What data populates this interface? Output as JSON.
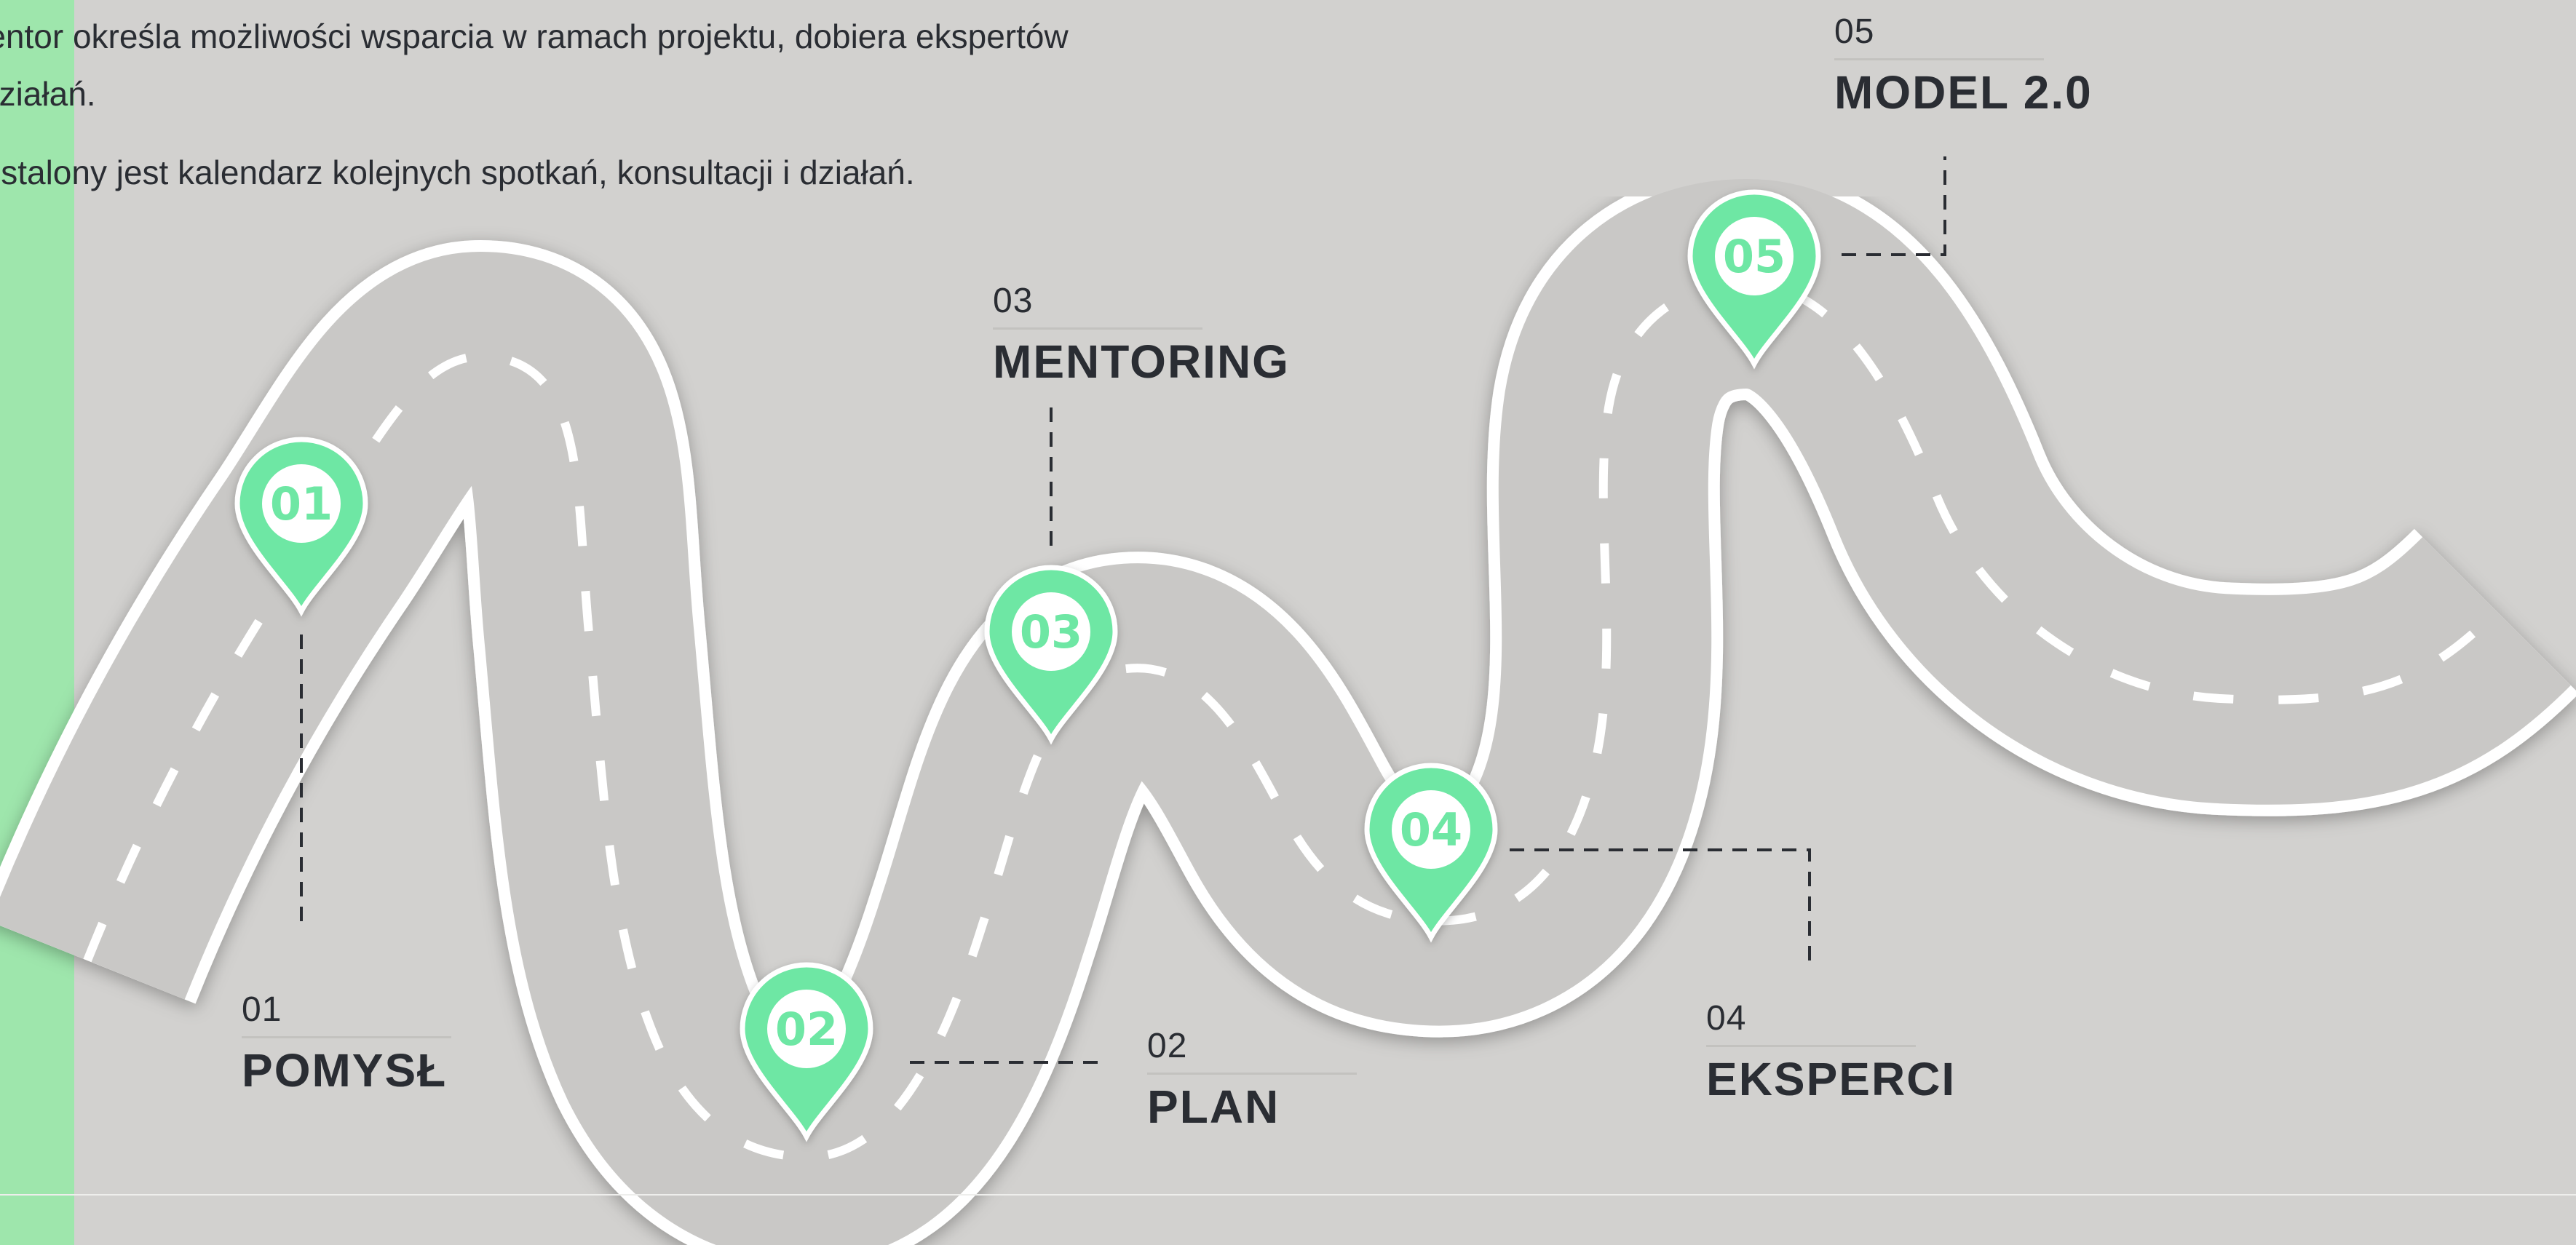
{
  "colors": {
    "background": "#d2d1cf",
    "accent_bar": "#9ee6ac",
    "road": "#c9c8c6",
    "road_border": "#ffffff",
    "pin": "#6ee7a4",
    "text": "#2a2d33"
  },
  "intro": {
    "line1": "Mentor określa możliwości wsparcia w ramach projektu, dobiera ekspertów",
    "line2": "działań.",
    "line3": "Ustalony jest kalendarz kolejnych spotkań, konsultacji i działań."
  },
  "steps": [
    {
      "id": "01",
      "number": "01",
      "title": "POMYSŁ",
      "pin_label": "01"
    },
    {
      "id": "02",
      "number": "02",
      "title": "PLAN",
      "pin_label": "02"
    },
    {
      "id": "03",
      "number": "03",
      "title": "MENTORING",
      "pin_label": "03"
    },
    {
      "id": "04",
      "number": "04",
      "title": "EKSPERCI",
      "pin_label": "04"
    },
    {
      "id": "05",
      "number": "05",
      "title": "MODEL 2.0",
      "pin_label": "05"
    }
  ]
}
